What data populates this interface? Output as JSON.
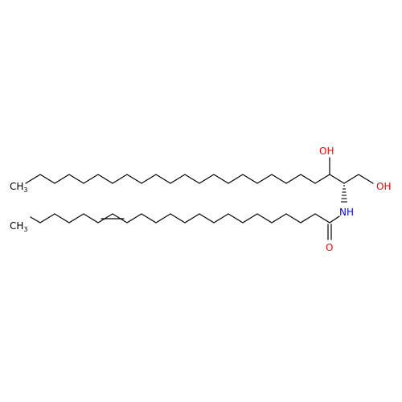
{
  "molecule": {
    "labels": {
      "hydroxyl_top": "OH",
      "hydroxyl_right": "OH",
      "amide_nh": "NH",
      "carbonyl_o": "O",
      "methyl_top_main": "CH",
      "methyl_top_sub": "3",
      "methyl_bottom_main": "CH",
      "methyl_bottom_sub": "3"
    },
    "colors": {
      "bond": "#000000",
      "oxygen": "#ff0000",
      "nitrogen": "#0000ff",
      "carbon": "#000000"
    }
  }
}
